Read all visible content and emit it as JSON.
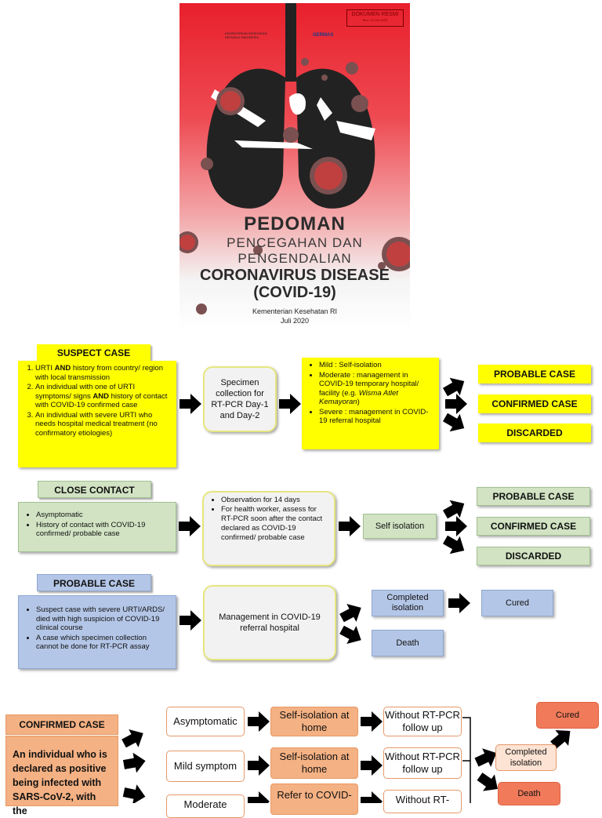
{
  "cover": {
    "doc_badge": "DOKUMEN RESMI",
    "doc_badge_sub": "Rev.: 13 Juli 2020",
    "logo1": "KEMENTERIAN KESEHATAN REPUBLIK INDONESIA",
    "logo2": "GERMAS",
    "title_main": "PEDOMAN",
    "title_sub1": "PENCEGAHAN DAN",
    "title_sub2": "PENGENDALIAN",
    "title_disease": "CORONAVIRUS DISEASE",
    "title_covid": "(COVID-19)",
    "publisher": "Kementerian Kesehatan RI",
    "date": "Juli 2020"
  },
  "suspect": {
    "tag": "SUSPECT CASE",
    "items": [
      {
        "pre": "URTI ",
        "bold": "AND",
        "post": " history from country/ region with local transmission"
      },
      {
        "pre": "An individual with one of URTI symptoms/ signs ",
        "bold": "AND",
        "post": " history of contact with COVID-19 confirmed case"
      },
      {
        "pre": "An individual with severe URTI who needs hospital medical treatment (no confirmatory etiologies)",
        "bold": "",
        "post": ""
      }
    ],
    "specimen": "Specimen collection for RT-PCR Day-1 and Day-2",
    "management": [
      {
        "text": "Mild : Self-isolation",
        "italic": ""
      },
      {
        "text": "Moderate : management in COVID-19 temporary hospital/ facility (e.g. ",
        "italic": "Wisma Atlet Kemayoran",
        "after": ")"
      },
      {
        "text": "Severe : management in COVID-19 referral hospital",
        "italic": ""
      }
    ],
    "outcomes": [
      "PROBABLE CASE",
      "CONFIRMED CASE",
      "DISCARDED"
    ]
  },
  "close_contact": {
    "tag": "CLOSE CONTACT",
    "items": [
      "Asymptomatic",
      "History of contact with COVID-19 confirmed/ probable case"
    ],
    "observation": [
      "Observation for 14 days",
      "For health worker, assess for RT-PCR soon after the contact declared as COVID-19 confirmed/ probable case"
    ],
    "isolation": "Self isolation",
    "outcomes": [
      "PROBABLE CASE",
      "CONFIRMED CASE",
      "DISCARDED"
    ]
  },
  "probable": {
    "tag": "PROBABLE CASE",
    "items": [
      "Suspect case with severe URTI/ARDS/ died with high suspicion of COVID-19 clinical course",
      "A case which specimen collection cannot be done for RT-PCR assay"
    ],
    "management": "Management in COVID-19 referral hospital",
    "completed": "Completed isolation",
    "death": "Death",
    "cured": "Cured"
  },
  "confirmed": {
    "tag": "CONFIRMED CASE",
    "description": "An individual who is declared as positive being infected with SARS-CoV-2, with the",
    "symptoms": [
      "Asymptomatic",
      "Mild symptom",
      "Moderate"
    ],
    "actions": [
      "Self-isolation at home",
      "Self-isolation at home",
      "Refer to COVID-"
    ],
    "followups": [
      "Without RT-PCR follow up",
      "Without RT-PCR follow up",
      "Without RT-"
    ],
    "completed": "Completed isolation",
    "cured": "Cured",
    "death": "Death"
  }
}
